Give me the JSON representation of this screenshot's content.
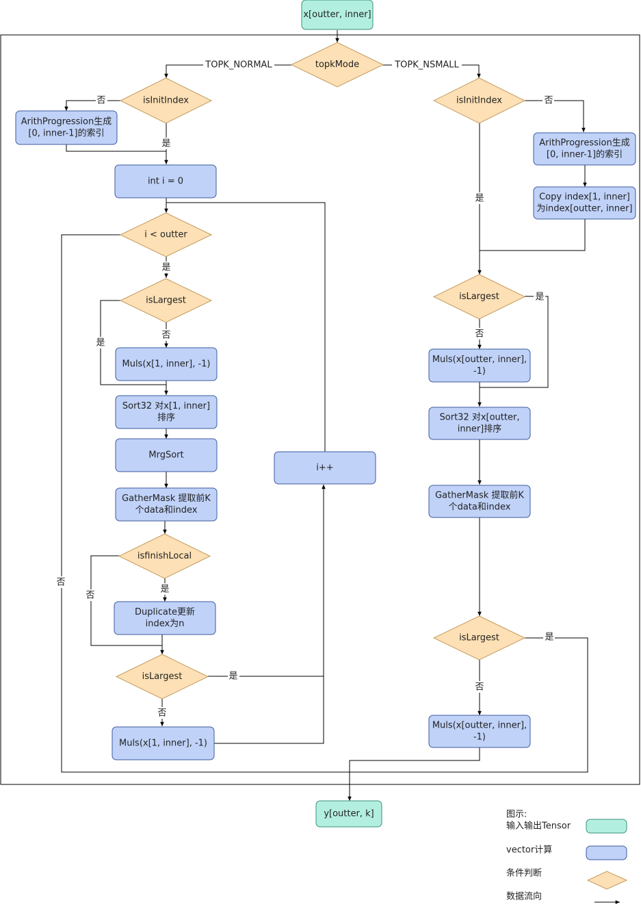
{
  "colors": {
    "io_fill": "#b3efe0",
    "io_stroke": "#3a8f78",
    "vec_fill": "#c0d2f8",
    "vec_stroke": "#3d5a9c",
    "cond_fill": "#fde0b5",
    "cond_stroke": "#c29a5c",
    "line": "#000000"
  },
  "nodes": {
    "input": "x[outter, inner]",
    "topk_mode": "topkMode",
    "l_isinit": "isInitIndex",
    "l_arith": [
      "ArithProgression生成",
      "[0, inner-1]的索引"
    ],
    "l_init_i": "int i = 0",
    "l_i_lt": "i < outter",
    "l_islargest1": "isLargest",
    "l_muls1": "Muls(x[1, inner], -1)",
    "l_sort32": [
      "Sort32 对x[1, inner]",
      "排序"
    ],
    "l_mrgsort": "MrgSort",
    "l_gather": [
      "GatherMask 提取前K",
      "个data和index"
    ],
    "l_isfinish": "isfinishLocal",
    "l_duplicate": [
      "Duplicate更新",
      "index为n"
    ],
    "l_islargest2": "isLargest",
    "l_muls2": "Muls(x[1, inner], -1)",
    "l_incr": "i++",
    "r_isinit": "isInitIndex",
    "r_arith": [
      "ArithProgression生成",
      "[0, inner-1]的索引"
    ],
    "r_copy": [
      "Copy index[1, inner]",
      "为index[outter, inner]"
    ],
    "r_islargest1": "isLargest",
    "r_muls1": [
      "Muls(x[outter, inner],",
      "-1)"
    ],
    "r_sort32": [
      "Sort32 对x[outter,",
      "inner]排序"
    ],
    "r_gather": [
      "GatherMask 提取前K",
      "个data和index"
    ],
    "r_islargest2": "isLargest",
    "r_muls2": [
      "Muls(x[outter, inner],",
      "-1)"
    ],
    "output": "y[outter, k]"
  },
  "edge_labels": {
    "topk_normal": "TOPK_NORMAL",
    "topk_nsmall": "TOPK_NSMALL",
    "l_isinit_no": "否",
    "l_isinit_yes": "是",
    "l_i_lt_yes": "是",
    "l_i_lt_no": "否",
    "l_islargest1_no": "否",
    "l_islargest1_yes": "是",
    "l_isfinish_yes": "是",
    "l_isfinish_no": "否",
    "l_islargest2_yes": "是",
    "l_islargest2_no": "否",
    "r_isinit_no": "否",
    "r_isinit_yes": "是",
    "r_islargest1_yes": "是",
    "r_islargest1_no": "否",
    "r_islargest2_yes": "是",
    "r_islargest2_no": "否"
  },
  "legend": {
    "title": "图示:",
    "io": "输入输出Tensor",
    "vector": "vector计算",
    "condition": "条件判断",
    "flow": "数据流向"
  }
}
